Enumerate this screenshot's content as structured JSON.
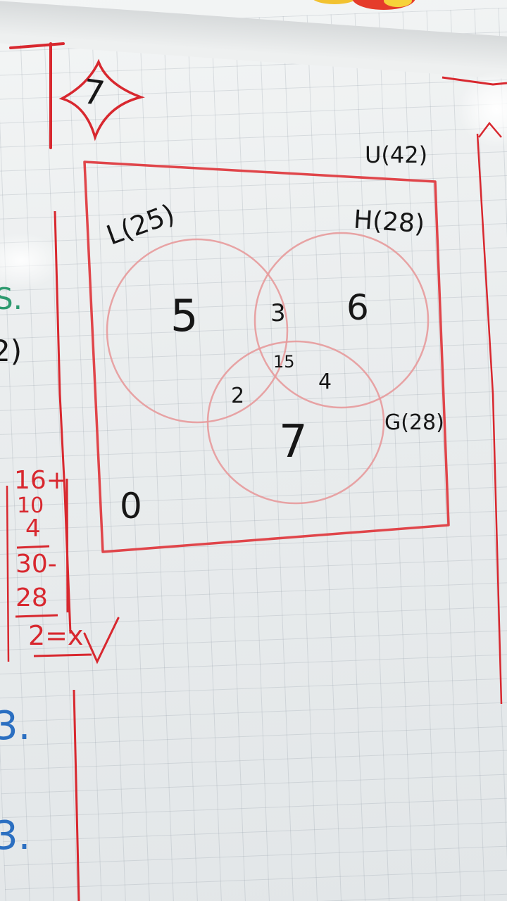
{
  "problem_number": "7",
  "venn": {
    "universe_label": "U(42)",
    "sets": {
      "L": "L(25)",
      "H": "H(28)",
      "G": "G(28)"
    },
    "regions": {
      "only_L": "5",
      "L_and_H_only": "3",
      "only_H": "6",
      "all_three": "15",
      "L_and_G_only": "2",
      "H_and_G_only": "4",
      "only_G": "7",
      "outside": "0"
    }
  },
  "side_calculation": {
    "lines": [
      "16+",
      "10",
      "4",
      "30-",
      "28",
      "2=x"
    ]
  },
  "margin_marks": {
    "green_fragment": "S.",
    "black_fragment": "2)",
    "blue_fragment_1": "3.",
    "blue_fragment_2": "3."
  },
  "colors": {
    "marker_red": "#d8282f",
    "marker_black": "#161616",
    "marker_blue": "#2b6fc1",
    "marker_green": "#2d9a6f"
  }
}
